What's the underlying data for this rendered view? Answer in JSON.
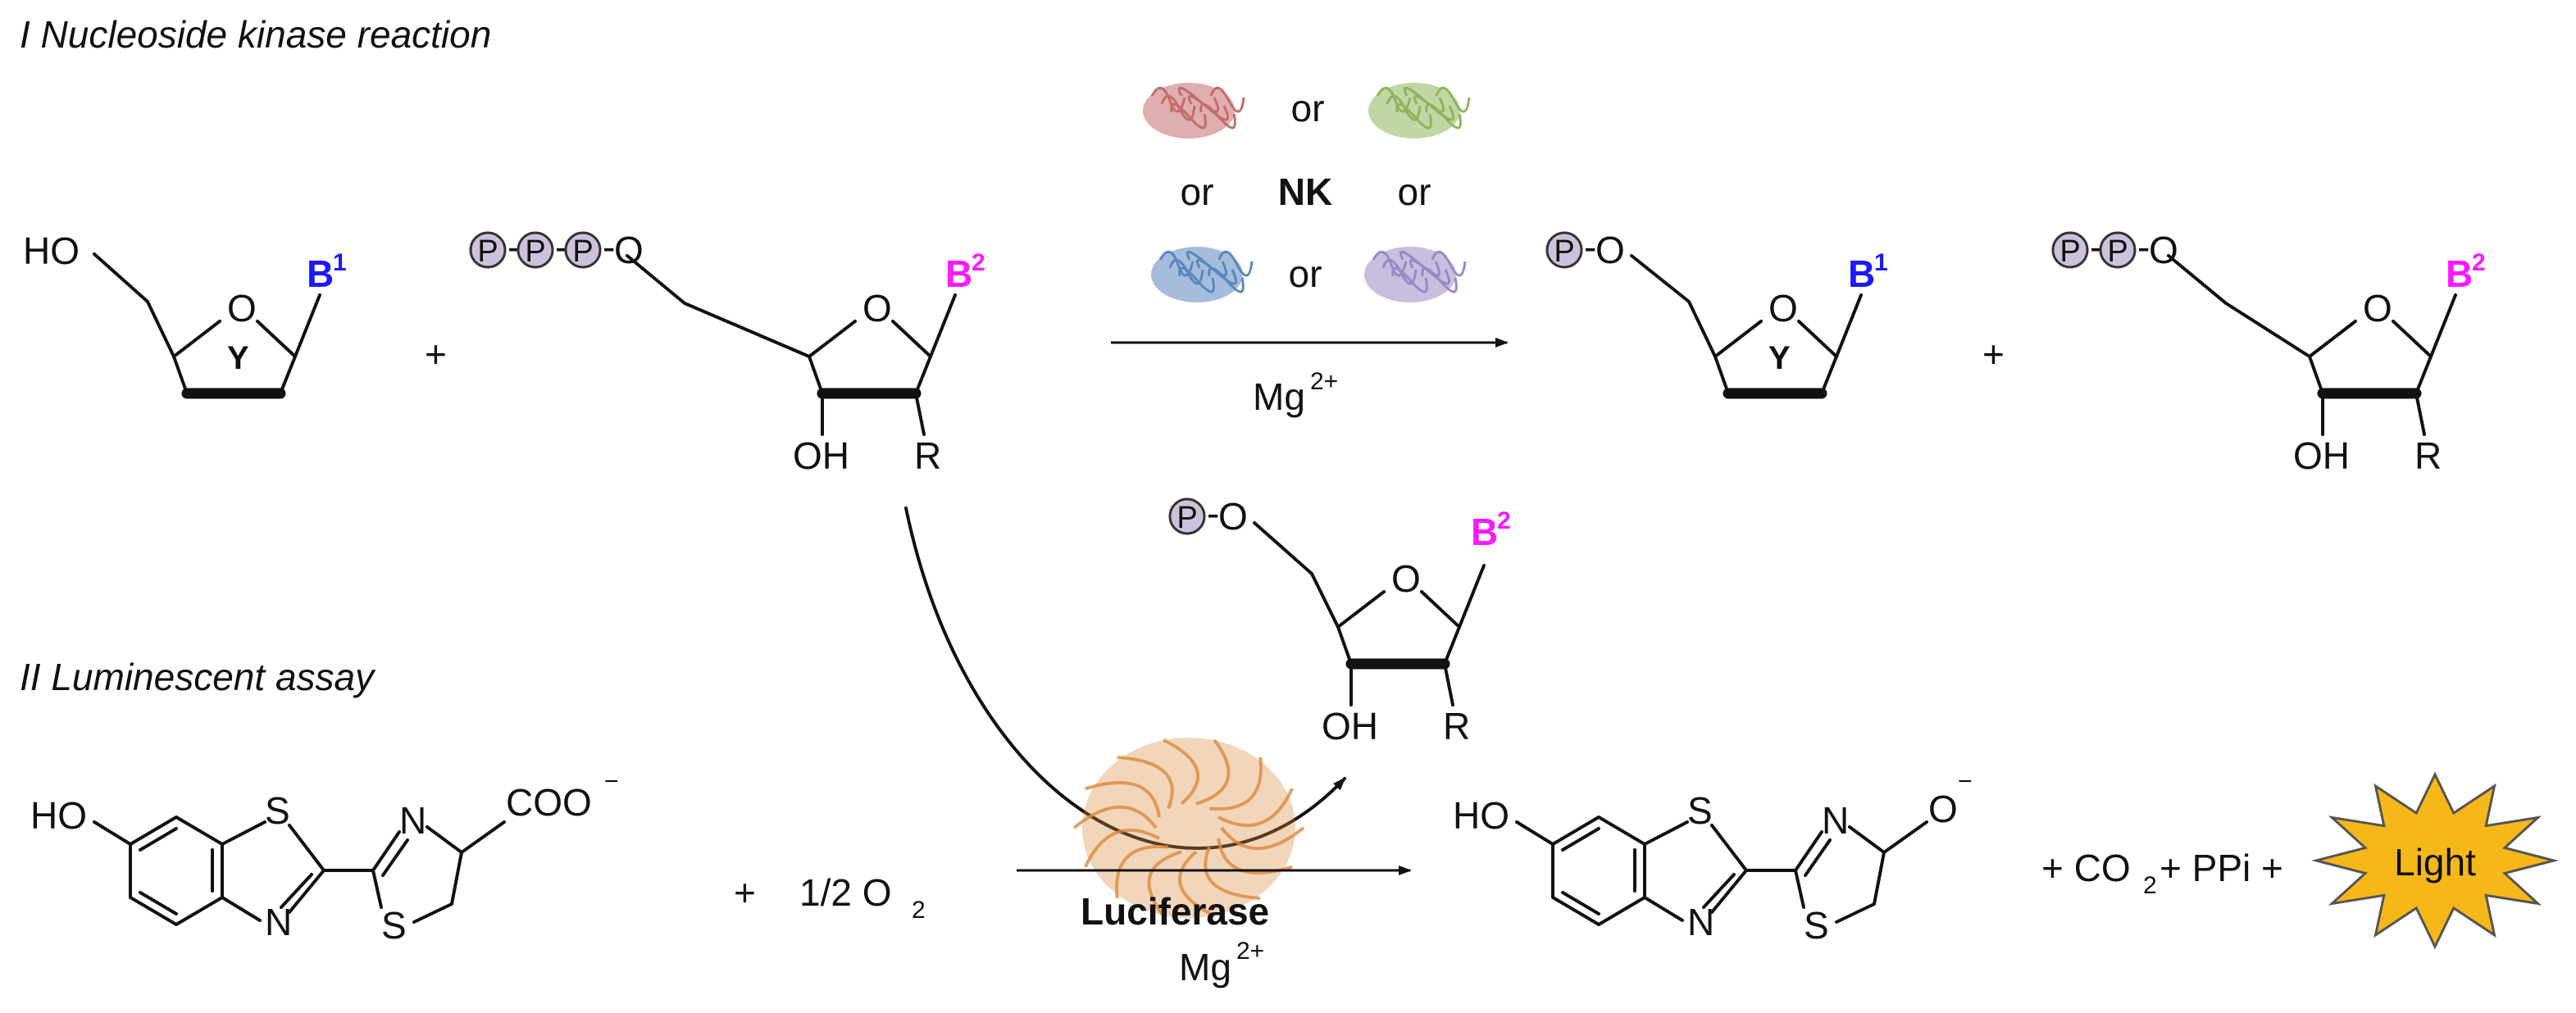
{
  "colors": {
    "b1": "#1a1aff",
    "b2": "#ff19ff",
    "phosphate": "#cdc2dc",
    "enzyme_red": "#c46b6b",
    "enzyme_green": "#8db45a",
    "enzyme_blue": "#5a86bf",
    "enzyme_purple": "#9a88c3",
    "luciferase": "#d98a3d",
    "light_burst": "#f6b818"
  },
  "sections": {
    "kinase": "I  Nucleoside kinase reaction",
    "luminescent": "II Luminescent assay"
  },
  "labels": {
    "ho": "HO",
    "oh": "OH",
    "ring_o": "O",
    "y": "Y",
    "r": "R",
    "o": "O",
    "p": "P",
    "dash": "-",
    "b": "B",
    "sup1": "1",
    "sup2": "2",
    "plus": "+",
    "or": "or",
    "nk": "NK",
    "mg": "Mg",
    "mg_sup": "2+",
    "s": "S",
    "n": "N",
    "coo": "COO",
    "minus": "−",
    "half_o2": "1/2 O",
    "o2_sub": "2",
    "luciferase": "Luciferase",
    "co2_a": "+ CO",
    "co2_sub": "2",
    "ppi": " + PPi + ",
    "light": "Light"
  },
  "icons": {
    "enzymes": [
      "enzyme-red-icon",
      "enzyme-green-icon",
      "enzyme-blue-icon",
      "enzyme-purple-icon"
    ],
    "luciferase": "luciferase-protein-icon",
    "burst": "light-burst-icon",
    "phosphate": "phosphate-circle-icon"
  }
}
